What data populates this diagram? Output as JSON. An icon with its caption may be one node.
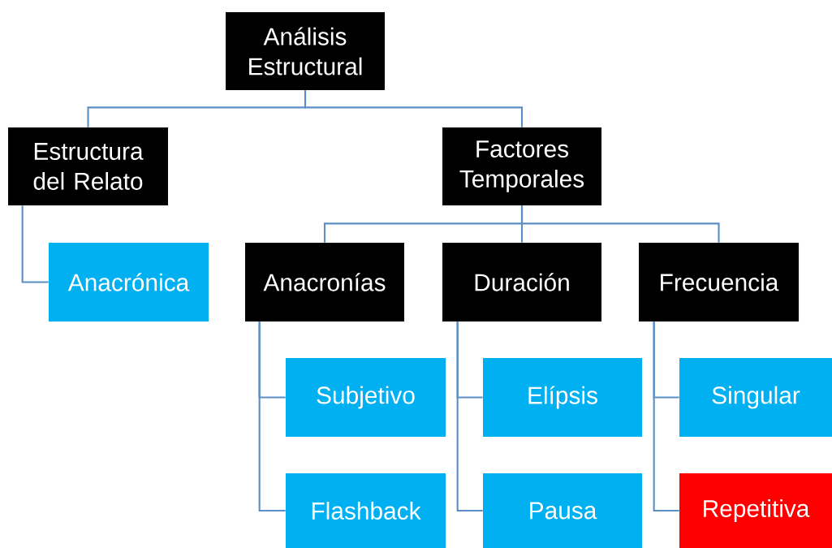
{
  "diagram": {
    "nodes": [
      {
        "text": [
          "Análisis Estructural"
        ]
      },
      {
        "text": [
          "Estructura del Relato"
        ]
      },
      {
        "text": [
          "Factores Temporales"
        ]
      },
      {
        "text": [
          "Anacrónica"
        ]
      },
      {
        "text": [
          "Anacronías"
        ]
      },
      {
        "text": [
          "Duración"
        ]
      },
      {
        "text": [
          "Frecuencia"
        ]
      },
      {
        "text": [
          "Subjetivo"
        ]
      },
      {
        "text": [
          "Flashback"
        ]
      },
      {
        "text": [
          "Elípsis"
        ]
      },
      {
        "text": [
          "Pausa"
        ]
      },
      {
        "text": [
          "Singular"
        ]
      },
      {
        "text": [
          "Repetitiva"
        ]
      }
    ],
    "edges": [
      {
        "from": 0,
        "to": 1,
        "arrow": "none"
      },
      {
        "from": 0,
        "to": 2,
        "arrow": "none"
      },
      {
        "from": 1,
        "to": 3,
        "arrow": "none"
      },
      {
        "from": 2,
        "to": 4,
        "arrow": "none"
      },
      {
        "from": 2,
        "to": 5,
        "arrow": "none"
      },
      {
        "from": 2,
        "to": 6,
        "arrow": "none"
      },
      {
        "from": 4,
        "to": 7,
        "arrow": "none"
      },
      {
        "from": 4,
        "to": 8,
        "arrow": "none"
      },
      {
        "from": 5,
        "to": 9,
        "arrow": "none"
      },
      {
        "from": 5,
        "to": 10,
        "arrow": "none"
      },
      {
        "from": 6,
        "to": 11,
        "arrow": "none"
      },
      {
        "from": 6,
        "to": 12,
        "arrow": "none"
      }
    ]
  }
}
